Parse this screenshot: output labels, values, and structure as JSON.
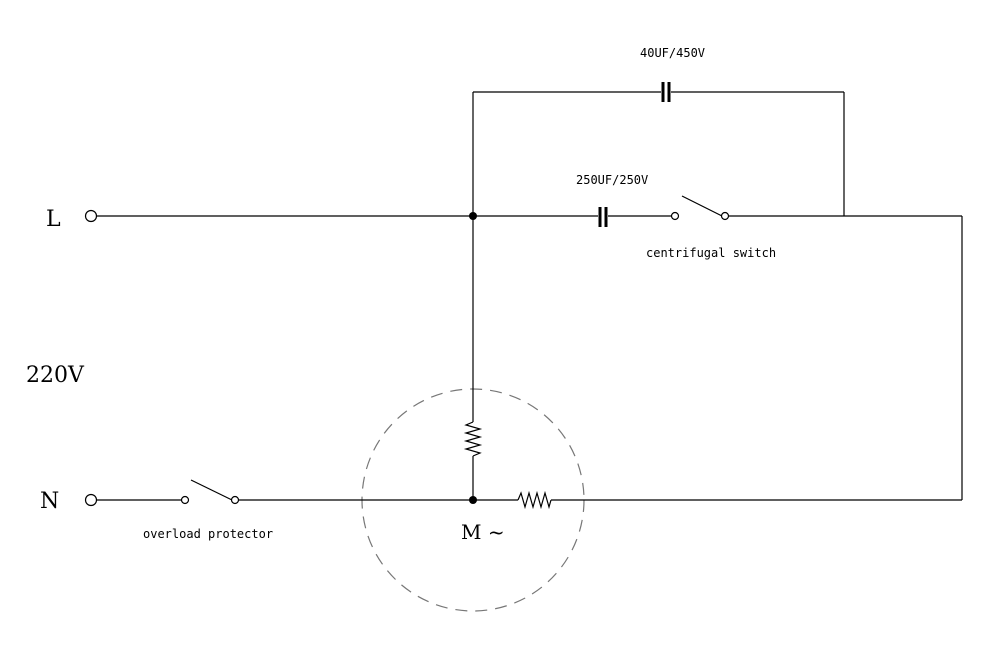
{
  "terminals": {
    "line_label": "L",
    "neutral_label": "N",
    "voltage_label": "220V"
  },
  "components": {
    "run_capacitor_label": "40UF/450V",
    "start_capacitor_label": "250UF/250V",
    "centrifugal_switch_label": "centrifugal switch",
    "overload_protector_label": "overload protector",
    "motor_label": "M ~"
  }
}
